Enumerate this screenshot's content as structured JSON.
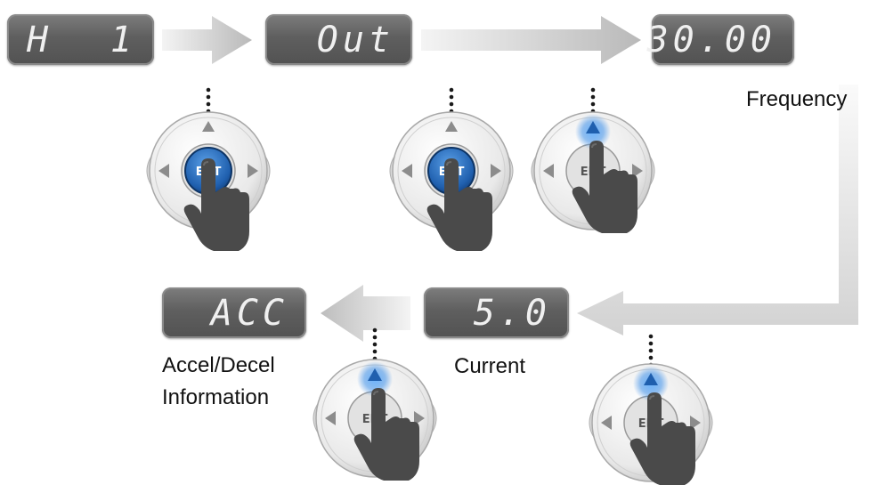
{
  "displays": {
    "group_h1": {
      "left": "H",
      "right": "1"
    },
    "out": "Out",
    "frequency": "30.00",
    "current": "5.0",
    "accel": "ACC"
  },
  "labels": {
    "frequency": "Frequency",
    "current": "Current",
    "accel_line1": "Accel/Decel",
    "accel_line2": "Information"
  },
  "keypad": {
    "center_label": "ENT",
    "colors": {
      "ring": "#e6e6e6",
      "arrow": "#8c8c8c",
      "ent_blue": "#2f76c7",
      "glow": "#3d8fe8",
      "hand": "#4a4a4a"
    }
  }
}
